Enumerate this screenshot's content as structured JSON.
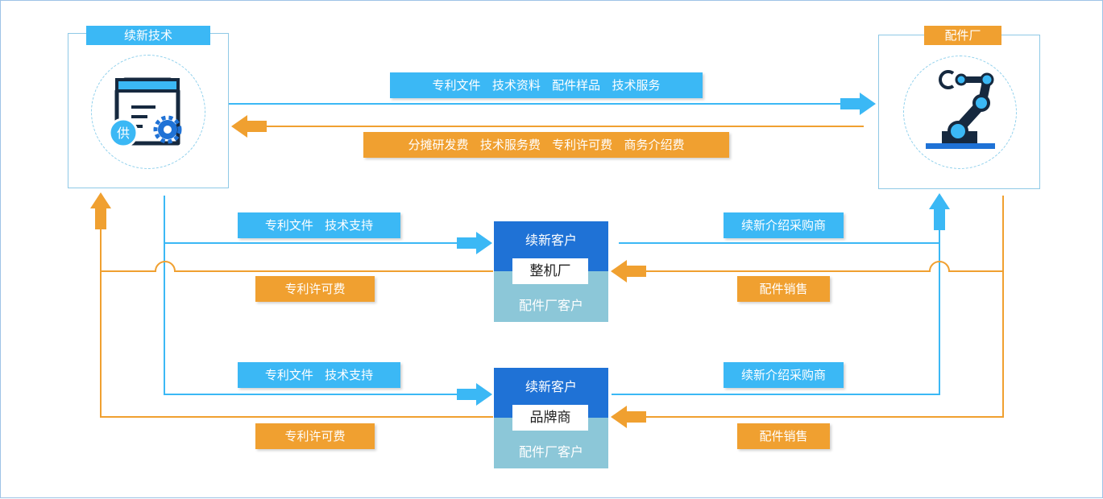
{
  "supplier": {
    "title": "续新技术",
    "badge": "供"
  },
  "factory": {
    "title": "配件厂"
  },
  "top_labels": {
    "forward": "专利文件   技术资料   配件样品   技术服务",
    "backward": "分摊研发费   技术服务费   专利许可费   商务介绍费"
  },
  "customers": [
    {
      "top": "续新客户",
      "mid": "整机厂",
      "bottom": "配件厂客户",
      "left_blue": "专利文件   技术支持",
      "left_orange": "专利许可费",
      "right_blue": "续新介绍采购商",
      "right_orange": "配件销售"
    },
    {
      "top": "续新客户",
      "mid": "品牌商",
      "bottom": "配件厂客户",
      "left_blue": "专利文件   技术支持",
      "left_orange": "专利许可费",
      "right_blue": "续新介绍采购商",
      "right_orange": "配件销售"
    }
  ],
  "colors": {
    "blue": "#3bb8f5",
    "orange": "#f0a030",
    "dark_blue": "#1f72d6",
    "teal": "#8cc7d8"
  }
}
